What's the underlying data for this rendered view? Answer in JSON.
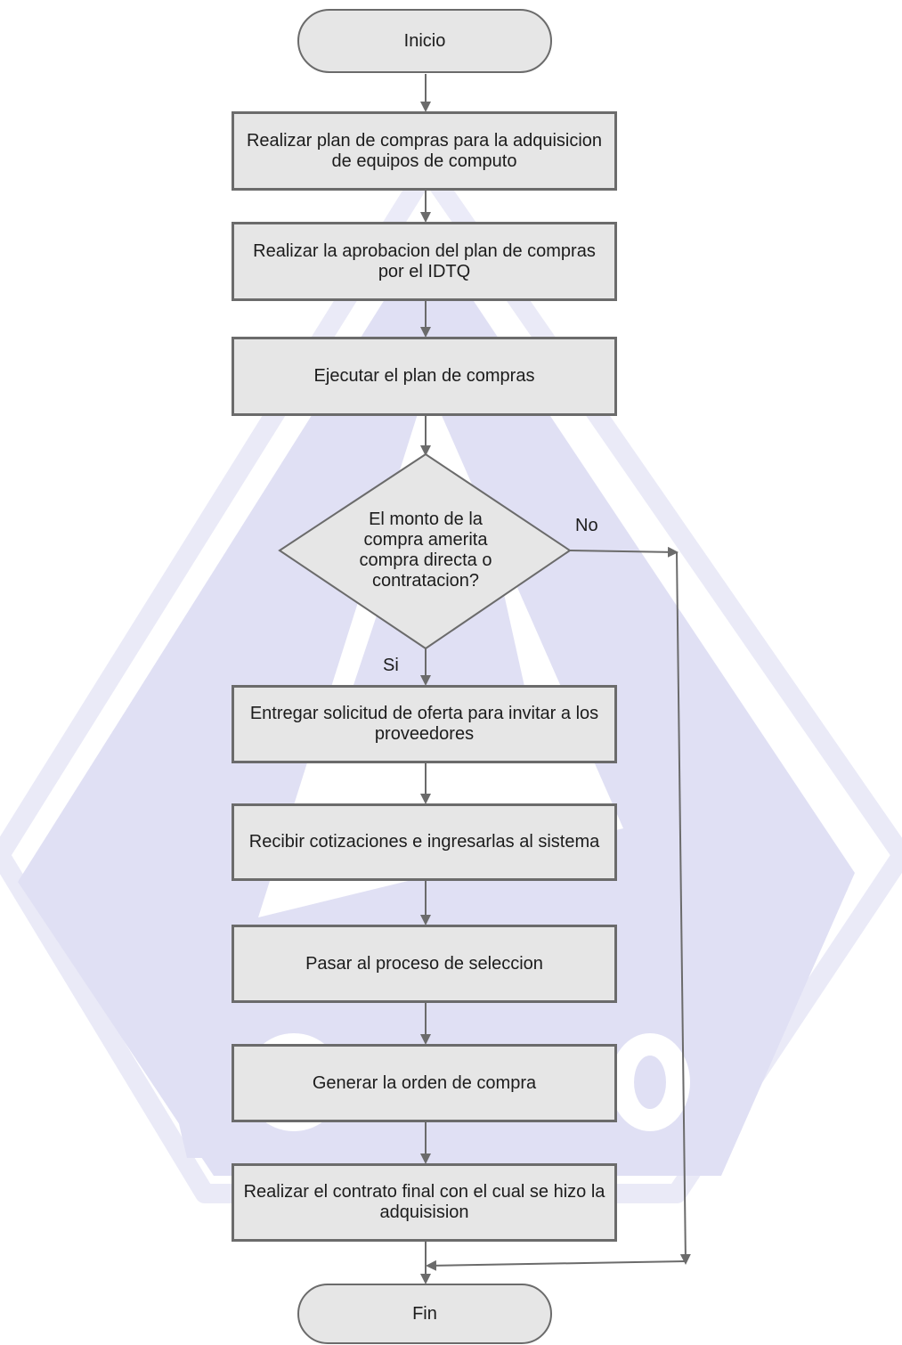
{
  "colors": {
    "box_fill": "#e6e6e6",
    "stroke": "#6b6b6b",
    "watermark": "#c8c8ec",
    "text": "#1c1c1c"
  },
  "watermark": {
    "icon": "institution-logo-watermark"
  },
  "nodes": {
    "start": "Inicio",
    "step1": "Realizar plan de compras para la adquisicion de equipos de computo",
    "step2": "Realizar la aprobacion del plan de compras por el IDTQ",
    "step3": "Ejecutar el plan de compras",
    "decision": "El monto de la compra amerita compra directa o contratacion?",
    "step4": "Entregar solicitud de oferta para invitar a los proveedores",
    "step5": "Recibir cotizaciones e ingresarlas al sistema",
    "step6": "Pasar al proceso de seleccion",
    "step7": "Generar la orden de compra",
    "step8": "Realizar el contrato final con el cual se hizo la adquisision",
    "end": "Fin"
  },
  "edge_labels": {
    "yes": "Si",
    "no": "No"
  }
}
